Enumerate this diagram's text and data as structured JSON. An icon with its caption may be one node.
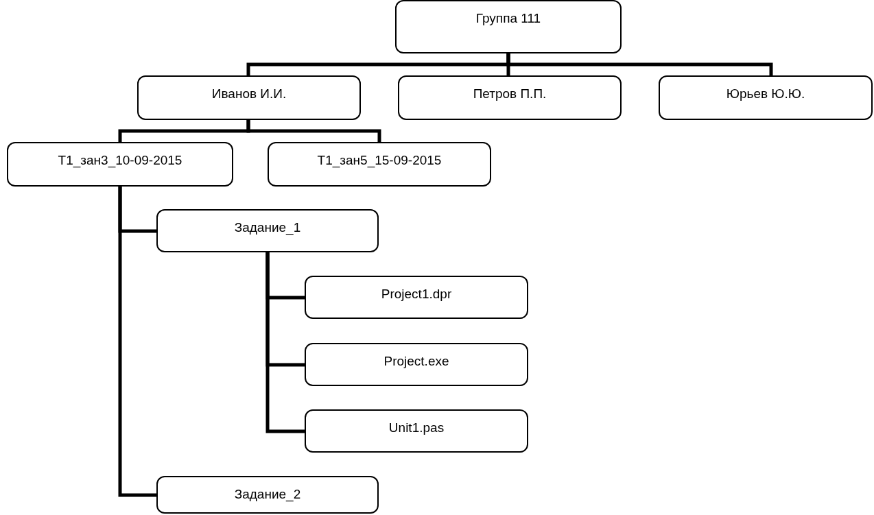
{
  "diagram": {
    "nodes": [
      {
        "text": [
          "Группа 111"
        ]
      },
      {
        "text": [
          "Иванов И.И."
        ]
      },
      {
        "text": [
          "Петров П.П."
        ]
      },
      {
        "text": [
          "Юрьев Ю.Ю."
        ]
      },
      {
        "text": [
          "Т1_зан3_10-09-2015"
        ]
      },
      {
        "text": [
          "Т1_зан5_15-09-2015"
        ]
      },
      {
        "text": [
          "Задание_1"
        ]
      },
      {
        "text": [
          "Project1.dpr"
        ]
      },
      {
        "text": [
          "Project.exe"
        ]
      },
      {
        "text": [
          "Unit1.pas"
        ]
      },
      {
        "text": [
          "Задание_2"
        ]
      }
    ],
    "edges": [
      {
        "from": 0,
        "to": 1,
        "arrow": "none"
      },
      {
        "from": 0,
        "to": 2,
        "arrow": "none"
      },
      {
        "from": 0,
        "to": 3,
        "arrow": "none"
      },
      {
        "from": 1,
        "to": 4,
        "arrow": "none"
      },
      {
        "from": 1,
        "to": 5,
        "arrow": "none"
      },
      {
        "from": 4,
        "to": 6,
        "arrow": "none"
      },
      {
        "from": 4,
        "to": 10,
        "arrow": "none"
      },
      {
        "from": 6,
        "to": 7,
        "arrow": "none"
      },
      {
        "from": 6,
        "to": 8,
        "arrow": "none"
      },
      {
        "from": 6,
        "to": 9,
        "arrow": "none"
      }
    ]
  }
}
